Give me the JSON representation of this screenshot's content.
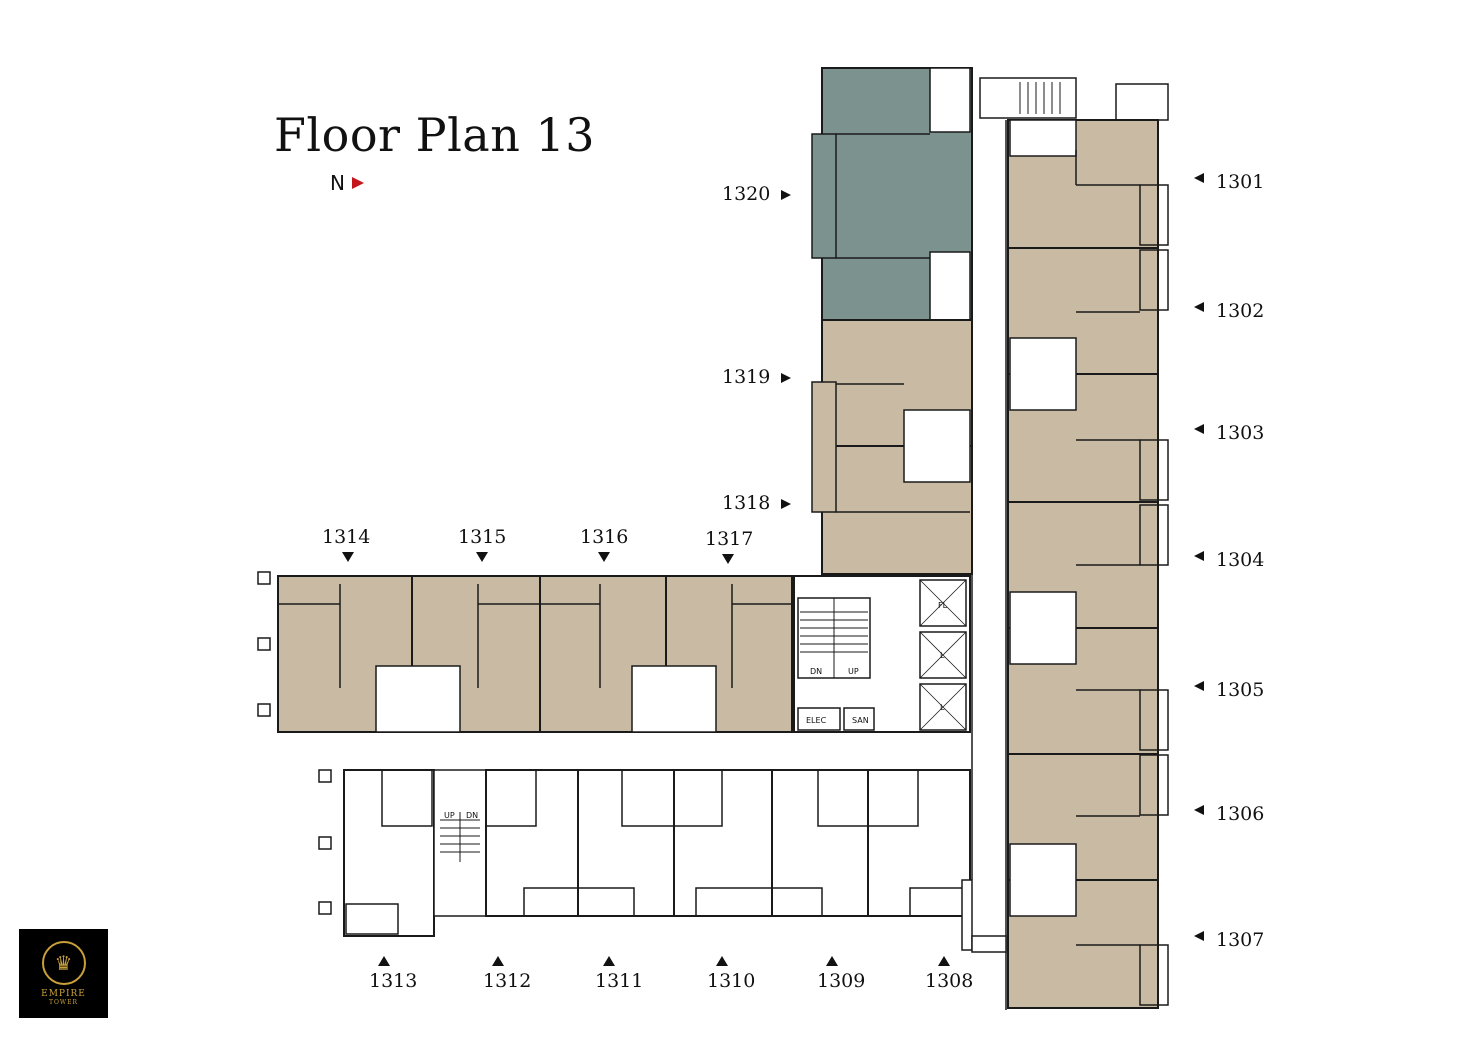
{
  "title": "Floor Plan 13",
  "north_label": "N",
  "logo": {
    "line1": "EMPIRE",
    "line2": "TOWER",
    "glyph": "♛"
  },
  "colors": {
    "unit": "#c9bba3",
    "highlight": "#7b928f",
    "wall": "#1a1a1a",
    "north_arrow": "#c4161c",
    "logo_gold": "#c9a13a"
  },
  "units_right": [
    "1301",
    "1302",
    "1303",
    "1304",
    "1305",
    "1306",
    "1307"
  ],
  "units_left_wing": [
    "1320",
    "1319",
    "1318"
  ],
  "units_top_row": [
    "1314",
    "1315",
    "1316",
    "1317"
  ],
  "units_bottom_row": [
    "1313",
    "1312",
    "1311",
    "1310",
    "1309",
    "1308"
  ],
  "core_labels": {
    "dn": "DN",
    "up": "UP",
    "elec": "ELEC",
    "san": "SAN",
    "lift": "L",
    "fire_lift": "FL"
  },
  "stair_labels": {
    "up": "UP",
    "dn": "DN"
  },
  "highlighted_unit": "1320"
}
